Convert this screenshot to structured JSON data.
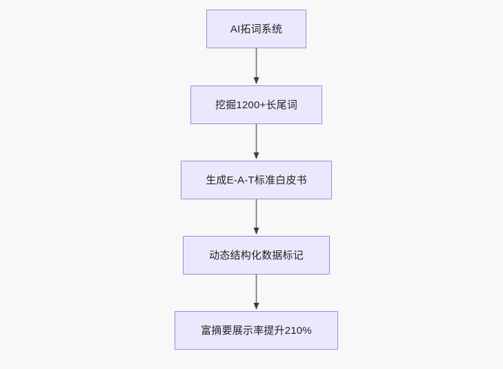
{
  "diagram": {
    "type": "flowchart",
    "direction": "top-to-bottom",
    "background_color": "#f8f8f8",
    "node_fill_color": "#ebe8fd",
    "node_border_color": "#9d87d6",
    "edge_color": "#55585a",
    "text_color": "#232323",
    "nodes": [
      {
        "id": "n1",
        "label": "AI拓词系统"
      },
      {
        "id": "n2",
        "label": "挖掘1200+长尾词"
      },
      {
        "id": "n3",
        "label": "生成E-A-T标准白皮书"
      },
      {
        "id": "n4",
        "label": "动态结构化数据标记"
      },
      {
        "id": "n5",
        "label": "富摘要展示率提升210%"
      }
    ],
    "edges": [
      {
        "from": "n1",
        "to": "n2",
        "label": ""
      },
      {
        "from": "n2",
        "to": "n3",
        "label": ""
      },
      {
        "from": "n3",
        "to": "n4",
        "label": ""
      },
      {
        "from": "n4",
        "to": "n5",
        "label": ""
      }
    ]
  }
}
